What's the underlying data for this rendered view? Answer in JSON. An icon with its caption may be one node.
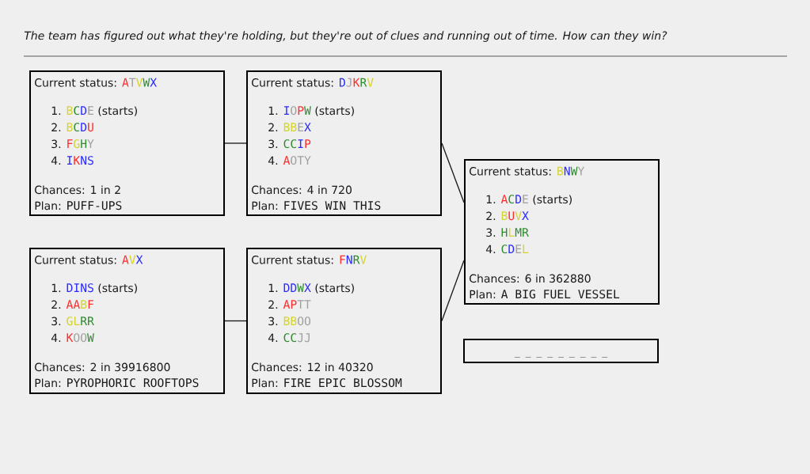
{
  "diagram": {
    "title": "The team has figured out what they're holding, but they're out of clues and running out of time. How can they win?",
    "nodes": [
      {
        "text": [
          "Current status: ATVWX",
          "1. BCDE (starts)",
          "2. BCDU",
          "3. FGHY",
          "4. IKNS",
          "Chances: 1 in 2",
          "Plan: PUFF-UPS"
        ]
      },
      {
        "text": [
          "Current status: DJKRV",
          "1. IOPW (starts)",
          "2. BBEX",
          "3. CCIP",
          "4. AOTY",
          "Chances: 4 in 720",
          "Plan: FIVES WIN THIS"
        ]
      },
      {
        "text": [
          "Current status: BNWY",
          "1. ACDE (starts)",
          "2. BUVX",
          "3. HLMR",
          "4. CDEL",
          "Chances: 6 in 362880",
          "Plan: A BIG FUEL VESSEL"
        ]
      },
      {
        "text": [
          "Current status: AVX",
          "1. DINS (starts)",
          "2. AABF",
          "3. GLRR",
          "4. KOOW",
          "Chances: 2 in 39916800",
          "Plan: PYROPHORIC ROOFTOPS"
        ]
      },
      {
        "text": [
          "Current status: FNRV",
          "1. DDWX (starts)",
          "2. APTT",
          "3. BBOO",
          "4. CCJJ",
          "Chances: 12 in 40320",
          "Plan: FIRE EPIC BLOSSOM"
        ]
      },
      {
        "text": [
          "_ _ _ _ _ _ _ _ _"
        ]
      }
    ],
    "edges": [
      {
        "from": 0,
        "to": 1,
        "arrow": "none"
      },
      {
        "from": 1,
        "to": 2,
        "arrow": "none"
      },
      {
        "from": 3,
        "to": 4,
        "arrow": "none"
      },
      {
        "from": 4,
        "to": 2,
        "arrow": "none"
      }
    ]
  }
}
